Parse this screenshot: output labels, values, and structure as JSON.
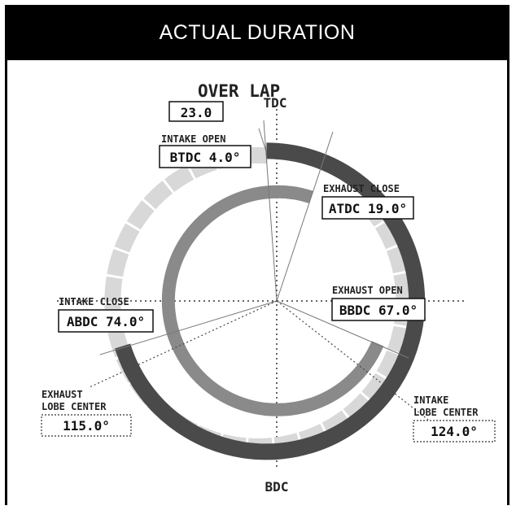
{
  "header": {
    "title": "ACTUAL DURATION"
  },
  "diagram": {
    "tdc_label": "TDC",
    "bdc_label": "BDC",
    "overlap": {
      "label": "OVER LAP",
      "value": "23.0"
    },
    "intake_open": {
      "label": "INTAKE OPEN",
      "value": "BTDC 4.0°"
    },
    "exhaust_close": {
      "label": "EXHAUST CLOSE",
      "value": "ATDC 19.0°"
    },
    "intake_close": {
      "label": "INTAKE CLOSE",
      "value": "ABDC 74.0°"
    },
    "exhaust_open": {
      "label": "EXHAUST OPEN",
      "value": "BBDC 67.0°"
    },
    "exhaust_lobe_center": {
      "label_line1": "EXHAUST",
      "label_line2": "LOBE CENTER",
      "value": "115.0°"
    },
    "intake_lobe_center": {
      "label_line1": "INTAKE",
      "label_line2": "LOBE CENTER",
      "value": "124.0°"
    }
  },
  "colors": {
    "intake_arc": "#4a4a4a",
    "exhaust_arc": "#8a8a8a",
    "exhaust_dashed_arc": "#d8d8d8",
    "header_bg": "#000000"
  }
}
